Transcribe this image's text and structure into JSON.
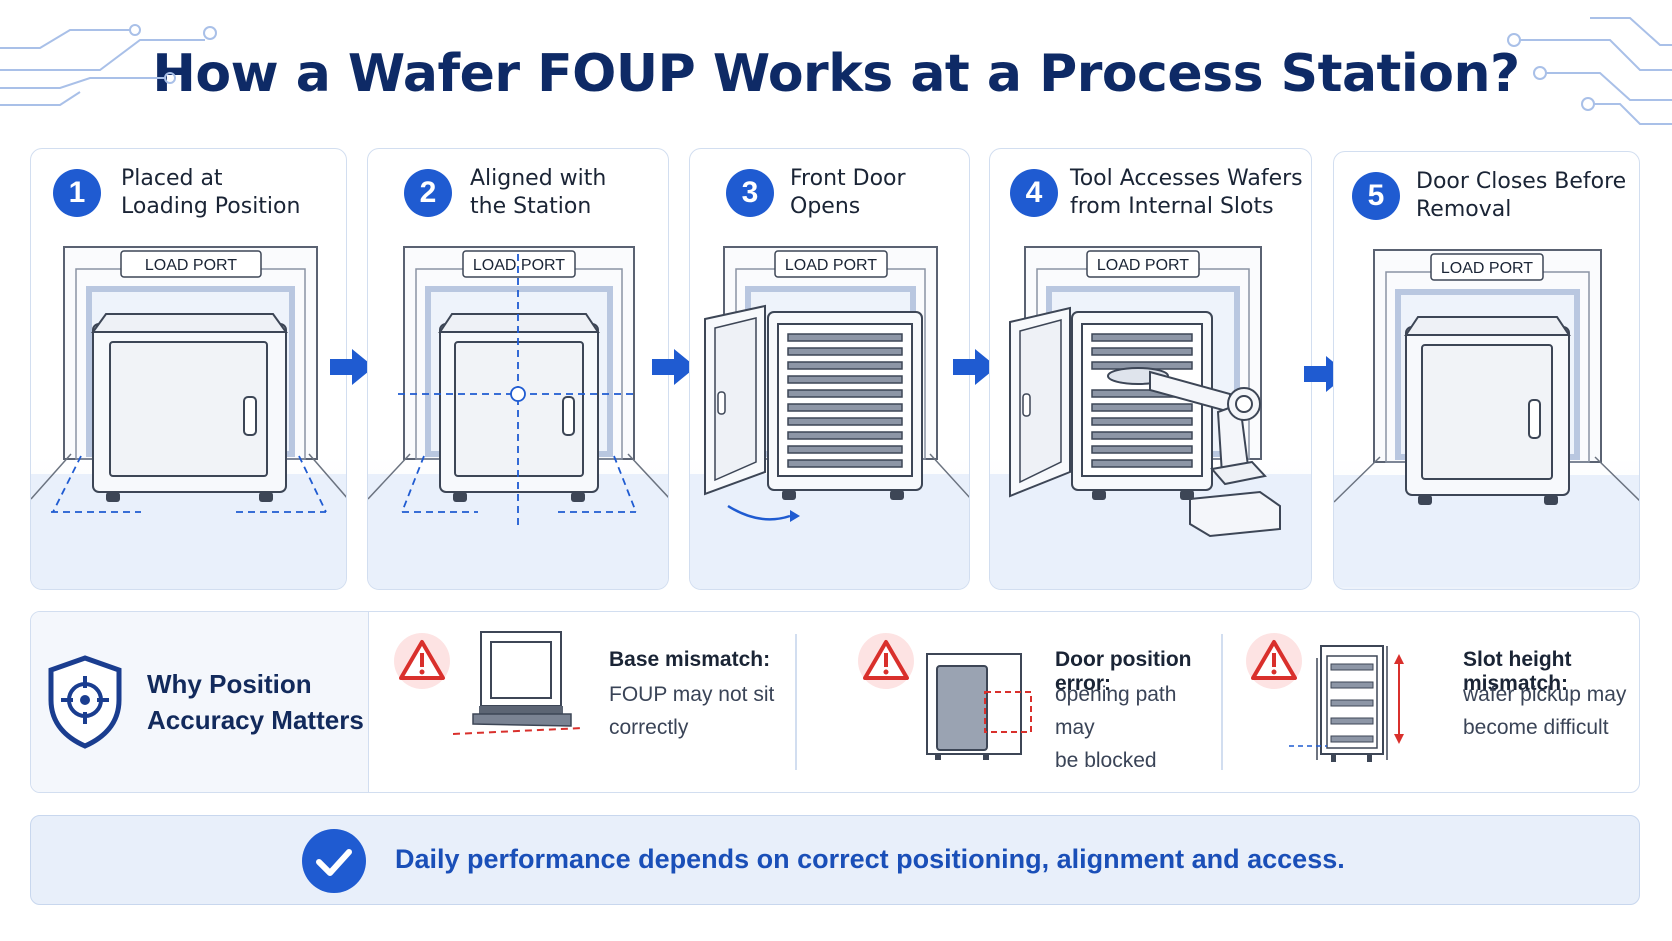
{
  "title": "How a Wafer FOUP Works at a Process Station?",
  "steps": [
    {
      "number": "1",
      "label_line1": "Placed at",
      "label_line2": "Loading Position",
      "port_label": "LOAD PORT"
    },
    {
      "number": "2",
      "label_line1": "Aligned with",
      "label_line2": "the Station",
      "port_label": "LOAD PORT"
    },
    {
      "number": "3",
      "label_line1": "Front Door",
      "label_line2": "Opens",
      "port_label": "LOAD PORT"
    },
    {
      "number": "4",
      "label_line1": "Tool Accesses Wafers",
      "label_line2": "from Internal Slots",
      "port_label": "LOAD PORT"
    },
    {
      "number": "5",
      "label_line1": "Door Closes Before",
      "label_line2": "Removal",
      "port_label": "LOAD PORT"
    }
  ],
  "why": {
    "title_line1": "Why Position",
    "title_line2": "Accuracy Matters",
    "issues": [
      {
        "title": "Base mismatch:",
        "desc_line1": "FOUP may not sit",
        "desc_line2": "correctly"
      },
      {
        "title": "Door position error:",
        "desc_line1": "opening path may",
        "desc_line2": "be blocked"
      },
      {
        "title": "Slot height mismatch:",
        "desc_line1": "wafer pickup may",
        "desc_line2": "become difficult"
      }
    ]
  },
  "footer": {
    "text": "Daily performance depends on correct positioning, alignment and access."
  },
  "colors": {
    "accent": "#1f5bd1",
    "title": "#0e2a66",
    "warning": "#d9302c",
    "border": "#d2def0"
  }
}
